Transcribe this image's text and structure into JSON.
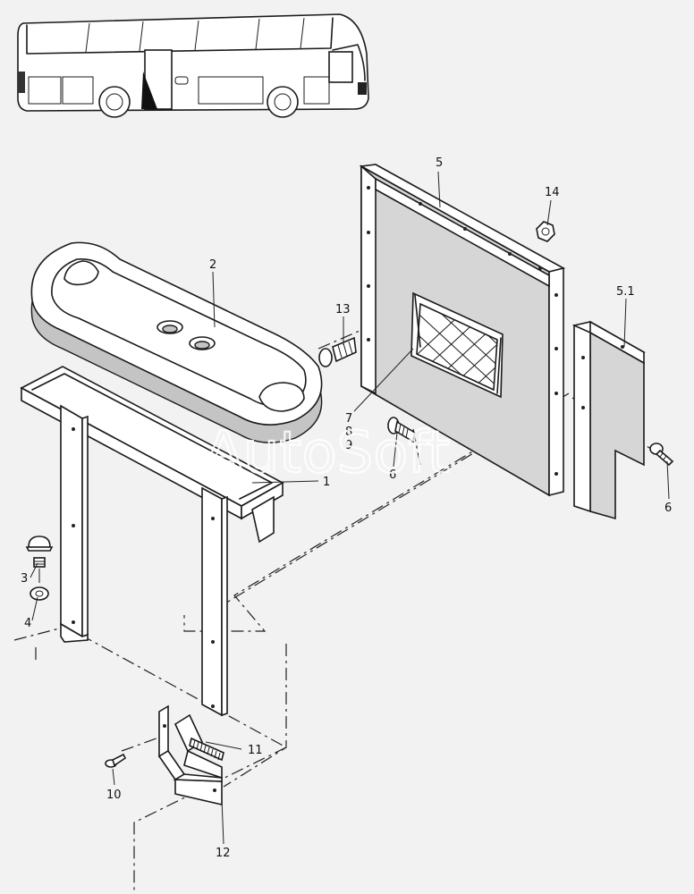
{
  "watermark": "AutoSoft",
  "callouts": {
    "c1": "1",
    "c2": "2",
    "c3": "3",
    "c4": "4",
    "c5": "5",
    "c5_1": "5.1",
    "c6a": "6",
    "c6b": "6",
    "c7": "7",
    "c8": "8",
    "c9": "9",
    "c10": "10",
    "c11": "11",
    "c12": "12",
    "c13": "13",
    "c14": "14"
  },
  "icons": {
    "bus": "bus-overview-icon",
    "armrest_pad": "armrest-pad-icon",
    "partition_panel": "partition-panel-icon",
    "net_pocket": "net-pocket-icon"
  }
}
